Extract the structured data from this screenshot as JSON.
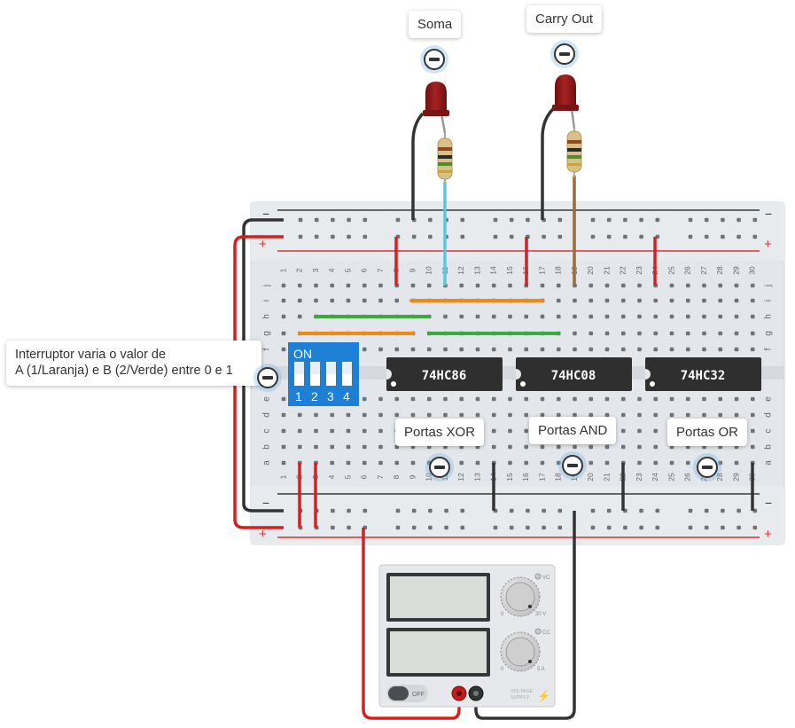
{
  "annotations": {
    "soma": "Soma",
    "carry_out": "Carry Out",
    "xor": "Portas XOR",
    "and": "Portas AND",
    "or": "Portas OR",
    "switch_note_line1": "Interruptor varia o valor de",
    "switch_note_line2": "A (1/Laranja) e B (2/Verde) entre 0 e 1"
  },
  "chips": {
    "xor": "74HC86",
    "and": "74HC08",
    "or": "74HC32"
  },
  "dip_switch": {
    "on_label": "ON",
    "numbers": [
      "1",
      "2",
      "3",
      "4"
    ]
  },
  "breadboard": {
    "minus": "−",
    "plus": "+",
    "rows_top": [
      "j",
      "i",
      "h",
      "g",
      "f"
    ],
    "rows_bottom": [
      "e",
      "d",
      "c",
      "b",
      "a"
    ],
    "columns": [
      "1",
      "2",
      "3",
      "4",
      "5",
      "6",
      "7",
      "8",
      "9",
      "10",
      "11",
      "12",
      "13",
      "14",
      "15",
      "16",
      "17",
      "18",
      "19",
      "20",
      "21",
      "22",
      "23",
      "24",
      "25",
      "26",
      "27",
      "28",
      "29",
      "30"
    ]
  },
  "power_supply": {
    "switch_label": "OFF",
    "voltage_unit": "30 V",
    "current_unit": "5 A",
    "vc": "VC",
    "cc": "CC",
    "zero": "0",
    "brand_line1": "VOLTAGE",
    "brand_line2": "SUPPLY"
  },
  "colors": {
    "wire_red": "#d32020",
    "wire_black": "#333333",
    "wire_orange": "#f08a12",
    "wire_green": "#3aaa3a",
    "wire_blue": "#5bc6de",
    "wire_brown": "#9a6b3a",
    "led_red": "#8b1a1a",
    "dip_blue": "#1e7fd6",
    "chip": "#2f2f2f"
  }
}
